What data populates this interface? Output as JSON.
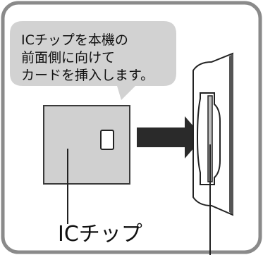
{
  "callout": {
    "lines": [
      "ICチップを本機の",
      "前面側に向けて",
      "カードを挿入します。"
    ]
  },
  "card_label": "ICチップ",
  "colors": {
    "frame_border": "#8a8a8a",
    "frame_fill": "#ffffff",
    "bubble_fill": "#d2d2d2",
    "card_fill": "#d0d0d0",
    "card_stroke": "#3a3a3a",
    "arrow_fill": "#2a2a2a",
    "device_fill": "#ffffff",
    "device_edge_fill": "#555555",
    "slot_fill": "#bdbdbd"
  },
  "icons": [
    "insert-arrow-icon"
  ]
}
